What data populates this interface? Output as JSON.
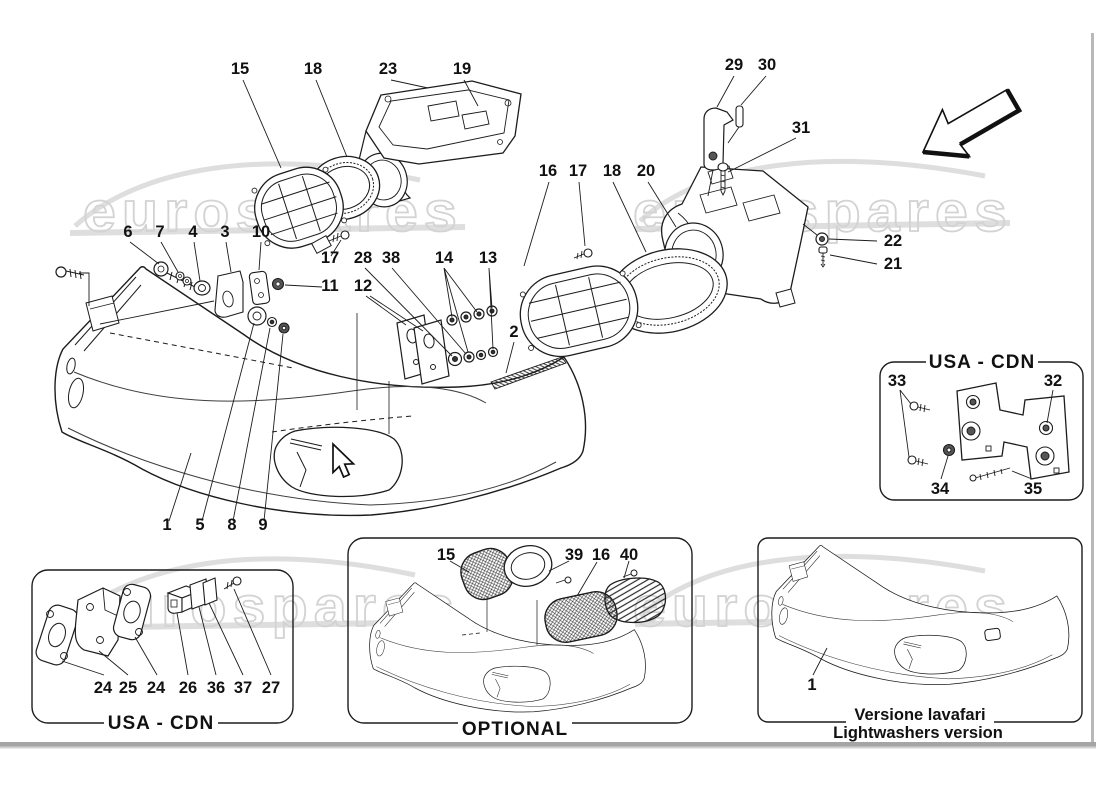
{
  "watermark": {
    "text": "eurospares"
  },
  "diagram": {
    "callouts": {
      "grille_left": "15",
      "gasket_left": "18",
      "duct_frame": "23",
      "duct_panel": "19",
      "screw_6": "6",
      "washer_7": "7",
      "grommet_4": "4",
      "bracket_3": "3",
      "plate_10": "10",
      "screw_17_left": "17",
      "washer_28": "28",
      "washer_38": "38",
      "washer_14": "14",
      "washer_13": "13",
      "nut_11": "11",
      "plate_12": "12",
      "strip_2": "2",
      "bumper_1": "1",
      "grommet_5": "5",
      "washer_8": "8",
      "nut_9": "9",
      "grille_right": "16",
      "screw_17_right": "17",
      "gasket_right": "18",
      "duct_right": "20",
      "bracket_29": "29",
      "pin_30": "30",
      "screw_31": "31",
      "washer_22": "22",
      "screw_21": "21"
    }
  },
  "usa_cdn_right": {
    "title": "USA - CDN",
    "callouts": {
      "screws": "33",
      "plate": "32",
      "nut": "34",
      "screw": "35"
    }
  },
  "usa_cdn_left": {
    "title": "USA - CDN",
    "callouts": [
      "24",
      "25",
      "24",
      "26",
      "36",
      "37",
      "27"
    ]
  },
  "optional": {
    "title": "OPTIONAL",
    "callouts": {
      "grille_a": "15",
      "ring": "39",
      "grille_b": "16",
      "duct": "40"
    }
  },
  "lightwashers": {
    "title_line1": "Versione lavafari",
    "title_line2": "Lightwashers version",
    "callout_bumper": "1"
  }
}
